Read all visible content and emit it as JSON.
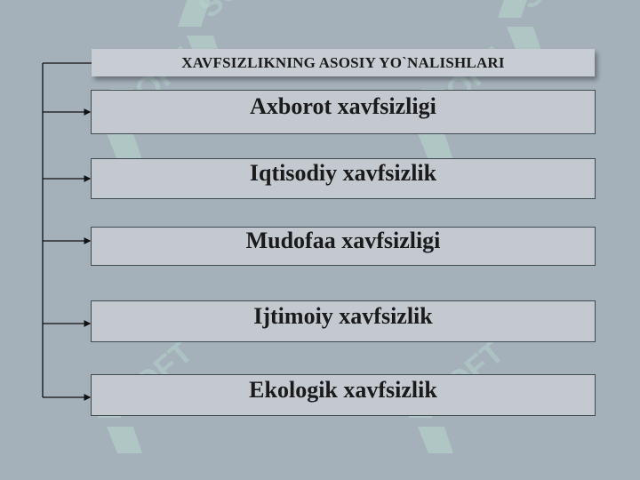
{
  "header": {
    "title": "XAVFSIZLIKNING ASOSIY YO`NALISHLARI"
  },
  "items": [
    {
      "label": "Axborot xavfsizligi"
    },
    {
      "label": "Iqtisodiy xavfsizlik"
    },
    {
      "label": "Mudofaa xavfsizligi"
    },
    {
      "label": "Ijtimoiy xavfsizlik"
    },
    {
      "label": "Ekologik xavfsizlik"
    }
  ],
  "watermark": {
    "text": "SOFT",
    "icon": "soft-logo-icon"
  },
  "colors": {
    "background": "#a4b0ba",
    "box_fill": "#c3c9ce",
    "box_border": "#3e4a52",
    "text": "#1a1a1a",
    "watermark": "#b9d9cc"
  }
}
